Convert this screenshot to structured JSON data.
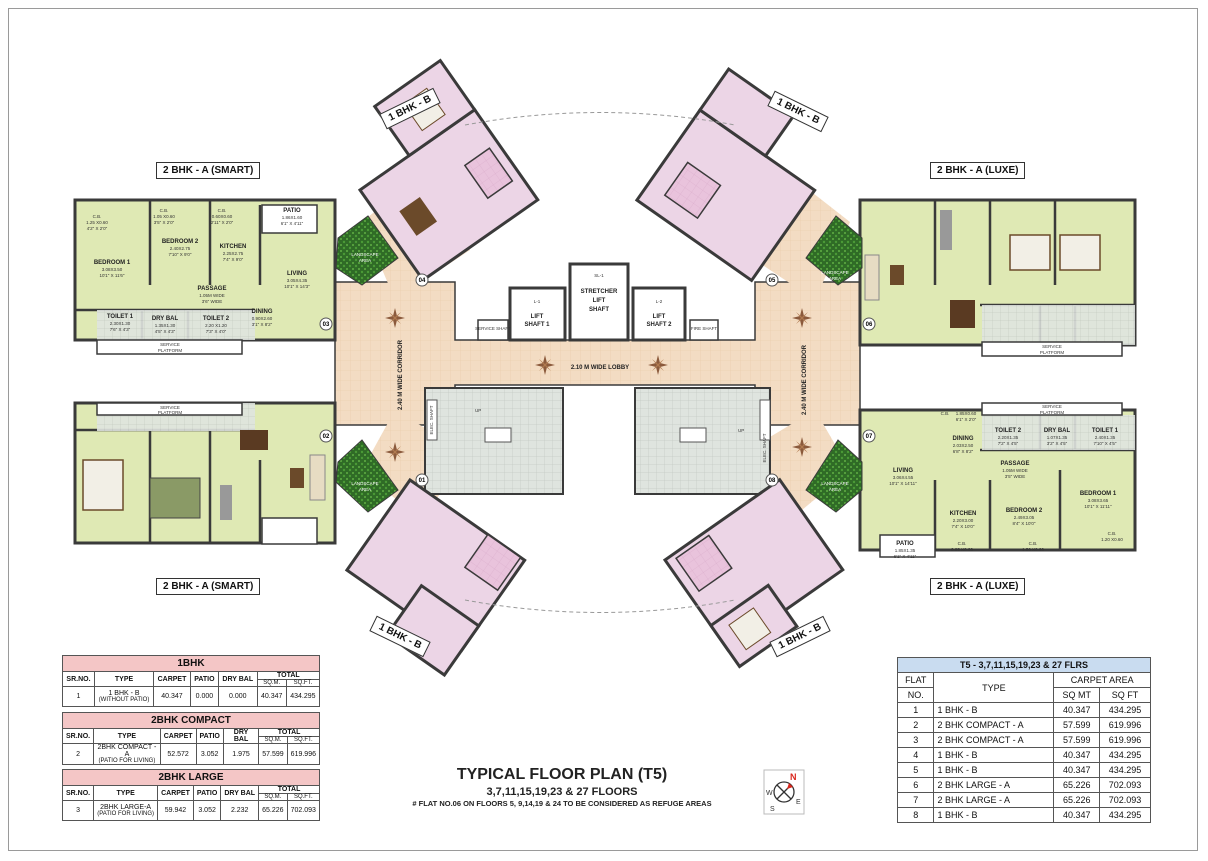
{
  "unit_labels": {
    "top_left": "2 BHK - A (SMART)",
    "top_right": "2 BHK - A (LUXE)",
    "bottom_left": "2 BHK - A (SMART)",
    "bottom_right": "2 BHK - A (LUXE)",
    "tl_1bhk": "1 BHK - B",
    "tr_1bhk": "1 BHK - B",
    "bl_1bhk": "1 BHK - B",
    "br_1bhk": "1 BHK - B"
  },
  "plan_text": {
    "lobby": "2.10 M WIDE LOBBY",
    "corridor_left": "2.40 M WIDE CORRIDOR",
    "corridor_right": "2.40 M WIDE CORRIDOR",
    "lift1": "LIFT\nSHAFT 1",
    "lift1_tag": "L-1",
    "stretcher": "STRETCHER\nLIFT\nSHAFT",
    "stretcher_tag": "SL-1",
    "lift2": "LIFT\nSHAFT 2",
    "lift2_tag": "L-2",
    "service_shaft": "SERVICE SHAFT",
    "fire_shaft": "FIRE SHAFT",
    "elec_shaft": "ELEC. SHAFT",
    "up": "UP",
    "landscape": "LANDSCAPE AREA",
    "service_platform": "SERVICE PLATFORM",
    "flat_numbers": [
      "01",
      "02",
      "03",
      "04",
      "05",
      "06",
      "07",
      "08"
    ],
    "left_rooms": {
      "cb": "C.B.",
      "cb_dim": "1.25 X0.60\n4'2\" X 2'0\"",
      "bedroom1": "BEDROOM 1",
      "bedroom1_dim": "3.08X3.50\n10'1\" X 11'6\"",
      "cb2_dim": "1.05 X0.60\n3'5\" X 2'0\"",
      "bedroom2": "BEDROOM 2",
      "bedroom2_dim": "2.40X2.75\n7'10\" X 9'0\"",
      "cb3_dim": "0.60X0.60\n2'11\" X 2'0\"",
      "kitchen": "KITCHEN",
      "kitchen_dim": "2.25X2.75\n7'4\" X 9'0\"",
      "patio": "PATIO",
      "patio_dim": "1.86X1.60\n6'1\" X 4'11\"",
      "passage": "PASSAGE",
      "passage_dim": "1.05M WIDE\n3'6\" WIDE",
      "living": "LIVING",
      "living_dim": "3.05X4.35\n10'1\" X 14'3\"",
      "dining": "DINING",
      "dining_dim": "0.90X2.60\n3'1\" X 8'2\"",
      "toilet1": "TOILET 1",
      "toilet1_dim": "2.30X1.30\n7'6\" X 4'3\"",
      "drybal": "DRY BAL",
      "drybal_dim": "1.35X1.30\n4'5\" X 4'3\"",
      "toilet2": "TOILET 2",
      "toilet2_dim": "2.20 X1.20\n7'3\" X 4'0\""
    },
    "right_rooms": {
      "cb_dim": "1.85X0.60\n6'1\" X 2'0\"",
      "dining": "DINING",
      "dining_dim": "2.03X2.50\n6'8\" X 8'2\"",
      "toilet2": "TOILET 2",
      "toilet2_dim": "2.20X1.35\n7'2\" X 4'5\"",
      "drybal": "DRY BAL",
      "drybal_dim": "1.07X1.35\n3'2\" X 4'5\"",
      "toilet1": "TOILET 1",
      "toilet1_dim": "2.40X1.35\n7'10\" X 4'5\"",
      "living": "LIVING",
      "living_dim": "3.06X4.55\n10'1\" X 14'11\"",
      "passage": "PASSAGE",
      "passage_dim": "1.05M WIDE\n3'5\" WIDE",
      "bedroom1": "BEDROOM 1",
      "bedroom1_dim": "3.08X3.65\n10'1\" X 11'11\"",
      "kitchen": "KITCHEN",
      "kitchen_dim": "2.20X3.00\n7'4\" X 10'0\"",
      "bedroom2": "BEDROOM 2",
      "bedroom2_dim": "2.49X3.05\n8'4\" X 10'0\"",
      "patio": "PATIO",
      "patio_dim": "1.85X1.35\n6'1\" X 4'11\"",
      "cb_k_dim": "0.95 X0.60\n3'1\" X 2'0\"",
      "cb_b2_dim": "1.50 X0.60\n4'11\" X 2'0\"",
      "cb_b1_dim": "1.20 X0.60\n4'2\" X 2'0\""
    }
  },
  "table_1bhk": {
    "title": "1BHK",
    "headers": [
      "SR.NO.",
      "TYPE",
      "CARPET",
      "PATIO",
      "DRY BAL",
      "TOTAL",
      "SQ.M.",
      "SQ.FT."
    ],
    "row": {
      "sr": "1",
      "type": "1 BHK - B",
      "type_note": "(WITHOUT PATIO)",
      "carpet": "40.347",
      "patio": "0.000",
      "drybal": "0.000",
      "sqm": "40.347",
      "sqft": "434.295"
    }
  },
  "table_compact": {
    "title": "2BHK COMPACT",
    "headers": [
      "SR.NO.",
      "TYPE",
      "CARPET",
      "PATIO",
      "DRY BAL",
      "TOTAL",
      "SQ.M.",
      "SQ.FT."
    ],
    "row": {
      "sr": "2",
      "type": "2BHK COMPACT - A",
      "type_note": "(PATIO FOR LIVING)",
      "carpet": "52.572",
      "patio": "3.052",
      "drybal": "1.975",
      "sqm": "57.599",
      "sqft": "619.996"
    }
  },
  "table_large": {
    "title": "2BHK LARGE",
    "headers": [
      "SR.NO.",
      "TYPE",
      "CARPET",
      "PATIO",
      "DRY BAL",
      "TOTAL",
      "SQ.M.",
      "SQ.FT."
    ],
    "row": {
      "sr": "3",
      "type": "2BHK LARGE-A",
      "type_note": "(PATIO FOR LIVING)",
      "carpet": "59.942",
      "patio": "3.052",
      "drybal": "2.232",
      "sqm": "65.226",
      "sqft": "702.093"
    }
  },
  "table_right": {
    "title": "T5 - 3,7,11,15,19,23 & 27 FLRS",
    "h_flat": "FLAT",
    "h_no": "NO.",
    "h_type": "TYPE",
    "h_carpet": "CARPET AREA",
    "h_sqmt": "SQ MT",
    "h_sqft": "SQ FT",
    "rows": [
      {
        "no": "1",
        "type": "1 BHK - B",
        "sqmt": "40.347",
        "sqft": "434.295"
      },
      {
        "no": "2",
        "type": "2 BHK COMPACT - A",
        "sqmt": "57.599",
        "sqft": "619.996"
      },
      {
        "no": "3",
        "type": "2 BHK COMPACT - A",
        "sqmt": "57.599",
        "sqft": "619.996"
      },
      {
        "no": "4",
        "type": "1 BHK - B",
        "sqmt": "40.347",
        "sqft": "434.295"
      },
      {
        "no": "5",
        "type": "1 BHK - B",
        "sqmt": "40.347",
        "sqft": "434.295"
      },
      {
        "no": "6",
        "type": "2 BHK LARGE - A",
        "sqmt": "65.226",
        "sqft": "702.093"
      },
      {
        "no": "7",
        "type": "2 BHK LARGE - A",
        "sqmt": "65.226",
        "sqft": "702.093"
      },
      {
        "no": "8",
        "type": "1 BHK - B",
        "sqmt": "40.347",
        "sqft": "434.295"
      }
    ]
  },
  "title": {
    "main": "TYPICAL FLOOR PLAN (T5)",
    "floors": "3,7,11,15,19,23 & 27 FLOORS",
    "note": "# FLAT NO.06 ON FLOORS 5, 9,14,19 & 24 TO BE CONSIDERED AS REFUGE AREAS"
  },
  "compass": {
    "n": "N",
    "s": "S",
    "e": "E",
    "w": "W"
  },
  "colors": {
    "green_unit": "#dfe9b4",
    "pink_unit": "#ecd5e6",
    "corridor": "#f3dcc3",
    "landscape": "#3d7a2e",
    "stair": "#d9d9d9",
    "wall": "#3a3a3a",
    "table_pink": "#f4c6c6",
    "table_blue": "#c9dcf0"
  }
}
